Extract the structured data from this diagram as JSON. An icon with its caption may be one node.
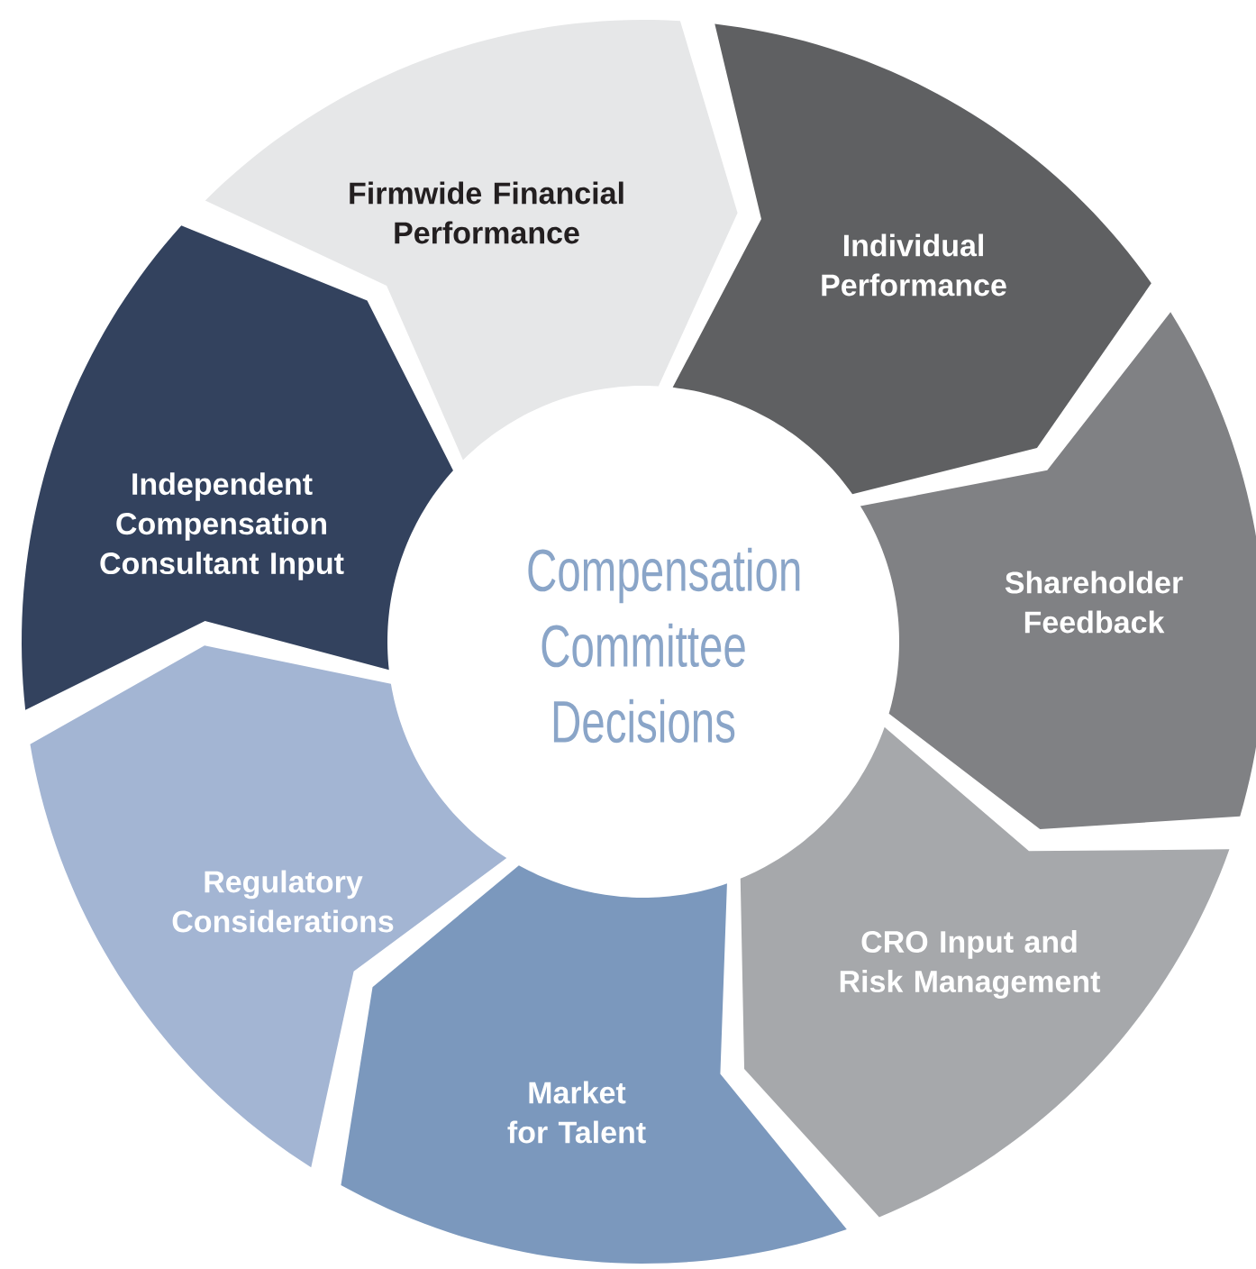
{
  "diagram": {
    "nodes": [
      {
        "text": [
          "Firmwide Financial Performance"
        ]
      },
      {
        "text": [
          "Individual Performance"
        ]
      },
      {
        "text": [
          "Shareholder Feedback"
        ]
      },
      {
        "text": [
          "CRO Input and Risk Management"
        ]
      },
      {
        "text": [
          "Market for Talent"
        ]
      },
      {
        "text": [
          "Regulatory Considerations"
        ]
      },
      {
        "text": [
          "Independent Compensation Consultant Input"
        ]
      },
      {
        "text": [
          "Compensation Committee Decisions"
        ]
      }
    ]
  }
}
